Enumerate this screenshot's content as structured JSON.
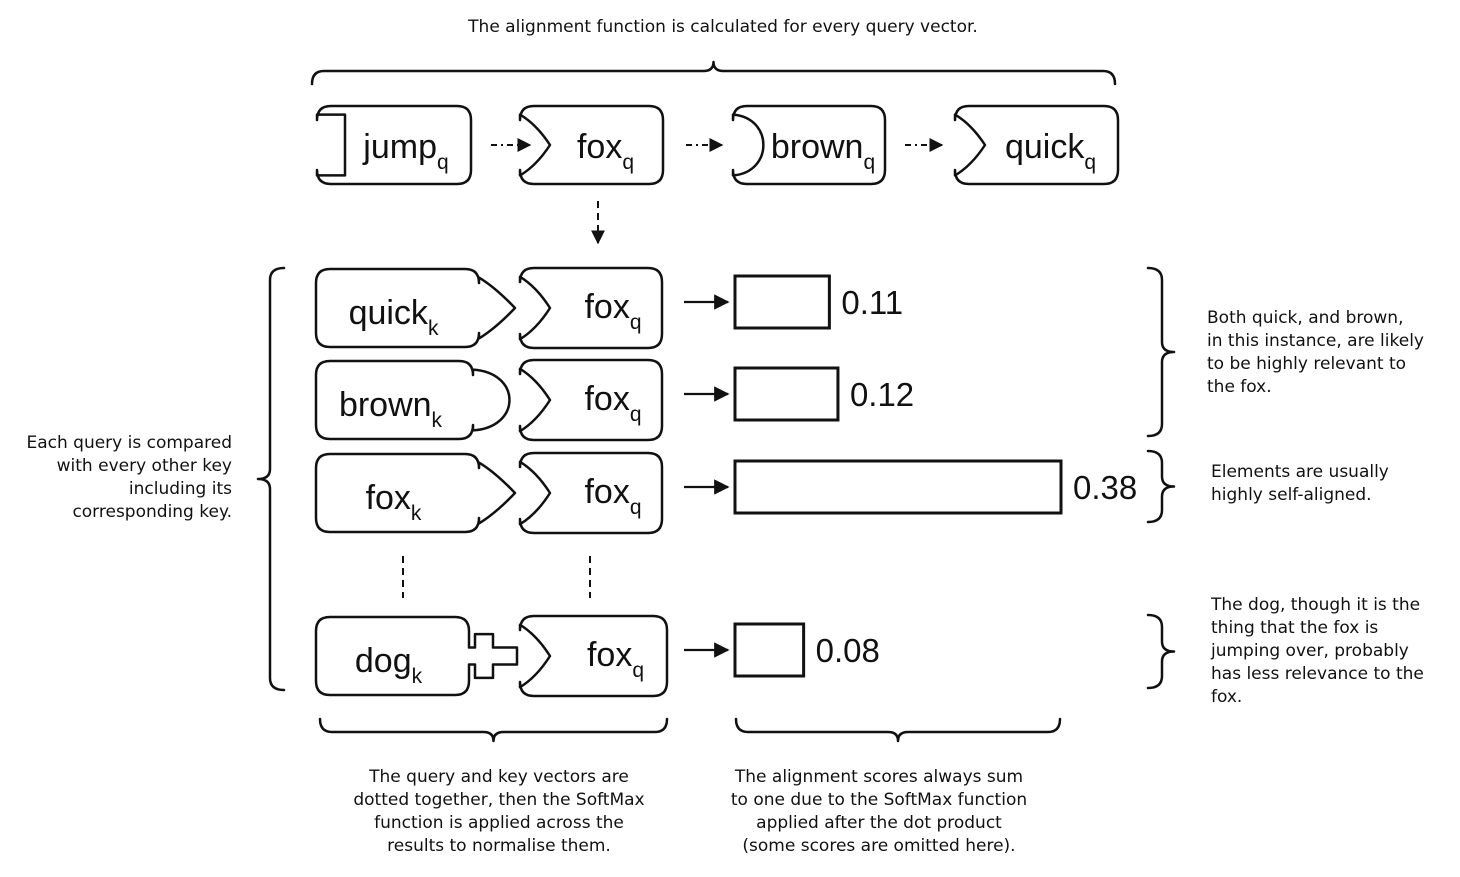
{
  "annotations": {
    "top": "The alignment function is calculated for every query vector.",
    "left": "Each query is compared\nwith every other key\nincluding its\ncorresponding key.",
    "right_1": "Both quick, and brown,\nin this instance, are likely\nto be highly relevant to\nthe fox.",
    "right_2": "Elements are usually\nhighly self-aligned.",
    "right_3": "The dog, though it is the\nthing that the fox is\njumping over, probably\nhas less relevance to the\nfox.",
    "bottom_1": "The query and key vectors are\ndotted together, then the SoftMax\nfunction is applied across the\nresults to normalise them.",
    "bottom_2": "The alignment scores always sum\nto one due to the SoftMax function\napplied after the dot product\n(some scores are omitted here)."
  },
  "query_sequence": [
    {
      "word": "jump",
      "sub": "q",
      "shape": "square"
    },
    {
      "word": "fox",
      "sub": "q",
      "shape": "chevron"
    },
    {
      "word": "brown",
      "sub": "q",
      "shape": "round"
    },
    {
      "word": "quick",
      "sub": "q",
      "shape": "chevron"
    }
  ],
  "comparisons": [
    {
      "key": "quick",
      "key_sub": "k",
      "key_shape": "chevron",
      "query": "fox",
      "query_sub": "q",
      "score": 0.11,
      "score_label": "0.11"
    },
    {
      "key": "brown",
      "key_sub": "k",
      "key_shape": "round",
      "query": "fox",
      "query_sub": "q",
      "score": 0.12,
      "score_label": "0.12"
    },
    {
      "key": "fox",
      "key_sub": "k",
      "key_shape": "chevron",
      "query": "fox",
      "query_sub": "q",
      "score": 0.38,
      "score_label": "0.38"
    },
    {
      "key": "dog",
      "key_sub": "k",
      "key_shape": "cross",
      "query": "fox",
      "query_sub": "q",
      "score": 0.08,
      "score_label": "0.08"
    }
  ]
}
